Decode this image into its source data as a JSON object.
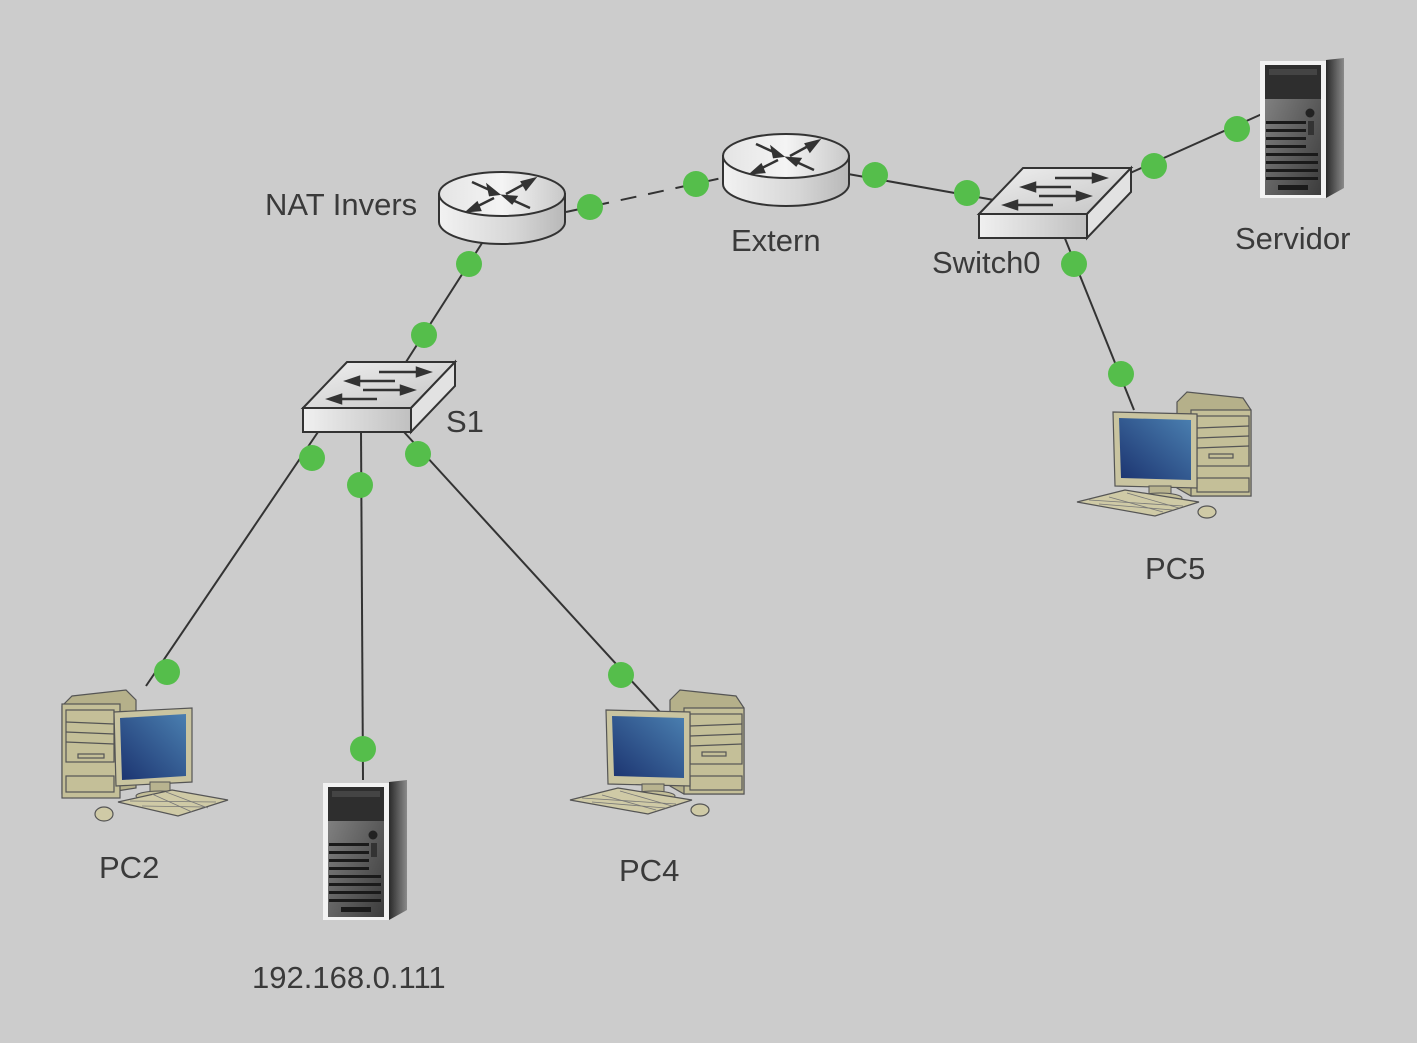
{
  "colors": {
    "background": "#cccccc",
    "link_up": "#55be4b",
    "link_line": "#333333",
    "label_text": "#3a3a3a"
  },
  "devices": {
    "nat_invers": {
      "label": "NAT Invers",
      "type": "router"
    },
    "extern": {
      "label": "Extern",
      "type": "router"
    },
    "switch0": {
      "label": "Switch0",
      "type": "switch"
    },
    "servidor": {
      "label": "Servidor",
      "type": "server"
    },
    "s1": {
      "label": "S1",
      "type": "switch"
    },
    "pc5": {
      "label": "PC5",
      "type": "pc"
    },
    "pc2": {
      "label": "PC2",
      "type": "pc"
    },
    "server_lan": {
      "label": "192.168.0.111",
      "type": "server"
    },
    "pc4": {
      "label": "PC4",
      "type": "pc"
    }
  },
  "links": [
    {
      "from": "NAT Invers",
      "to": "Extern",
      "style": "dashed",
      "status": "up"
    },
    {
      "from": "Extern",
      "to": "Switch0",
      "style": "solid",
      "status": "up"
    },
    {
      "from": "Switch0",
      "to": "Servidor",
      "style": "solid",
      "status": "up"
    },
    {
      "from": "Switch0",
      "to": "PC5",
      "style": "solid",
      "status": "up"
    },
    {
      "from": "NAT Invers",
      "to": "S1",
      "style": "solid",
      "status": "up"
    },
    {
      "from": "S1",
      "to": "PC2",
      "style": "solid",
      "status": "up"
    },
    {
      "from": "S1",
      "to": "192.168.0.111",
      "style": "solid",
      "status": "up"
    },
    {
      "from": "S1",
      "to": "PC4",
      "style": "solid",
      "status": "up"
    }
  ]
}
